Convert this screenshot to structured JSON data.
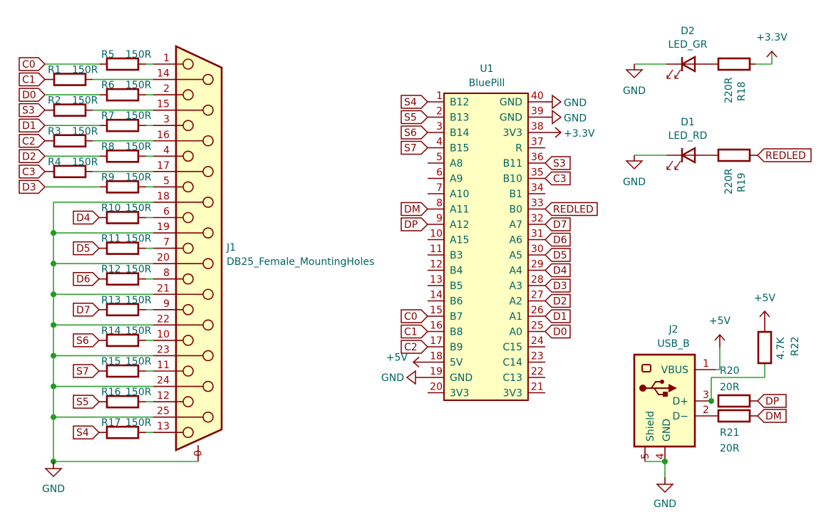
{
  "colors": {
    "wire": "#2ea02e",
    "symbol": "#840000",
    "body_fill": "#ffffc2",
    "text": "#006464",
    "pin_number": "#a00000",
    "junction": "#1a9a1a",
    "background": "#ffffff"
  },
  "power": {
    "gnd": "GND",
    "v33": "+3.3V",
    "v5": "+5V"
  },
  "j1": {
    "ref": "J1",
    "value": "DB25_Female_MountingHoles",
    "shell_pin": "0",
    "rows": [
      {
        "pin": "1",
        "label": "C0",
        "ref": "R5",
        "value": "150R"
      },
      {
        "pin": "14",
        "label": "C1",
        "ref": "R1",
        "value": "150R"
      },
      {
        "pin": "2",
        "label": "D0",
        "ref": "R6",
        "value": "150R"
      },
      {
        "pin": "15",
        "label": "S3",
        "ref": "R2",
        "value": "150R"
      },
      {
        "pin": "3",
        "label": "D1",
        "ref": "R7",
        "value": "150R"
      },
      {
        "pin": "16",
        "label": "C2",
        "ref": "R3",
        "value": "150R"
      },
      {
        "pin": "4",
        "label": "D2",
        "ref": "R8",
        "value": "150R"
      },
      {
        "pin": "17",
        "label": "C3",
        "ref": "R4",
        "value": "150R"
      },
      {
        "pin": "5",
        "label": "D3",
        "ref": "R9",
        "value": "150R"
      },
      {
        "pin": "18"
      },
      {
        "pin": "6",
        "label": "D4",
        "ref": "R10",
        "value": "150R"
      },
      {
        "pin": "19"
      },
      {
        "pin": "7",
        "label": "D5",
        "ref": "R11",
        "value": "150R"
      },
      {
        "pin": "20"
      },
      {
        "pin": "8",
        "label": "D6",
        "ref": "R12",
        "value": "150R"
      },
      {
        "pin": "21"
      },
      {
        "pin": "9",
        "label": "D7",
        "ref": "R13",
        "value": "150R"
      },
      {
        "pin": "22"
      },
      {
        "pin": "10",
        "label": "S6",
        "ref": "R14",
        "value": "150R"
      },
      {
        "pin": "23"
      },
      {
        "pin": "11",
        "label": "S7",
        "ref": "R15",
        "value": "150R"
      },
      {
        "pin": "24"
      },
      {
        "pin": "12",
        "label": "S5",
        "ref": "R16",
        "value": "150R"
      },
      {
        "pin": "25"
      },
      {
        "pin": "13",
        "label": "S4",
        "ref": "R17",
        "value": "150R"
      }
    ]
  },
  "u1": {
    "ref": "U1",
    "value": "BluePill",
    "left_pins": [
      {
        "num": "1",
        "name": "B12",
        "label": "S4"
      },
      {
        "num": "2",
        "name": "B13",
        "label": "S5"
      },
      {
        "num": "3",
        "name": "B14",
        "label": "S6"
      },
      {
        "num": "4",
        "name": "B15",
        "label": "S7"
      },
      {
        "num": "5",
        "name": "A8"
      },
      {
        "num": "6",
        "name": "A9"
      },
      {
        "num": "7",
        "name": "A10"
      },
      {
        "num": "8",
        "name": "A11",
        "label": "DM"
      },
      {
        "num": "9",
        "name": "A12",
        "label": "DP"
      },
      {
        "num": "10",
        "name": "A15"
      },
      {
        "num": "11",
        "name": "B3"
      },
      {
        "num": "12",
        "name": "B4"
      },
      {
        "num": "13",
        "name": "B5"
      },
      {
        "num": "14",
        "name": "B6"
      },
      {
        "num": "15",
        "name": "B7",
        "label": "C0"
      },
      {
        "num": "16",
        "name": "B8",
        "label": "C1"
      },
      {
        "num": "17",
        "name": "B9",
        "label": "C2"
      },
      {
        "num": "18",
        "name": "5V",
        "power": "+5V"
      },
      {
        "num": "19",
        "name": "GND",
        "power": "GND"
      },
      {
        "num": "20",
        "name": "3V3"
      }
    ],
    "right_pins": [
      {
        "num": "40",
        "name": "GND",
        "power": "GND"
      },
      {
        "num": "39",
        "name": "GND",
        "power": "GND"
      },
      {
        "num": "38",
        "name": "3V3",
        "power": "+3.3V"
      },
      {
        "num": "37",
        "name": "R"
      },
      {
        "num": "36",
        "name": "B11",
        "label": "S3"
      },
      {
        "num": "35",
        "name": "B10",
        "label": "C3"
      },
      {
        "num": "34",
        "name": "B1"
      },
      {
        "num": "33",
        "name": "B0",
        "label": "REDLED"
      },
      {
        "num": "32",
        "name": "A7",
        "label": "D7"
      },
      {
        "num": "31",
        "name": "A6",
        "label": "D6"
      },
      {
        "num": "30",
        "name": "A5",
        "label": "D5"
      },
      {
        "num": "29",
        "name": "A4",
        "label": "D4"
      },
      {
        "num": "28",
        "name": "A3",
        "label": "D3"
      },
      {
        "num": "27",
        "name": "A2",
        "label": "D2"
      },
      {
        "num": "26",
        "name": "A1",
        "label": "D1"
      },
      {
        "num": "25",
        "name": "A0",
        "label": "D0"
      },
      {
        "num": "24",
        "name": "C15"
      },
      {
        "num": "23",
        "name": "C14"
      },
      {
        "num": "22",
        "name": "C13"
      },
      {
        "num": "21",
        "name": "3V3"
      }
    ]
  },
  "leds": [
    {
      "ref": "D2",
      "value": "LED_GR",
      "res_ref": "R18",
      "res_value": "220R",
      "to_power": "+3.3V"
    },
    {
      "ref": "D1",
      "value": "LED_RD",
      "res_ref": "R19",
      "res_value": "220R",
      "to_label": "REDLED"
    }
  ],
  "usb": {
    "ref": "J2",
    "value": "USB_B",
    "pins": {
      "vbus": {
        "name": "VBUS",
        "num": "1"
      },
      "dp": {
        "name": "D+",
        "num": "3"
      },
      "dm": {
        "name": "D−",
        "num": "2"
      },
      "shield": {
        "name": "Shield",
        "num": "5"
      },
      "gnd": {
        "name": "GND",
        "num": "4"
      }
    },
    "r20": {
      "ref": "R20",
      "value": "20R",
      "label": "DP"
    },
    "r21": {
      "ref": "R21",
      "value": "20R",
      "label": "DM"
    },
    "r22": {
      "ref": "R22",
      "value": "4.7K"
    }
  }
}
